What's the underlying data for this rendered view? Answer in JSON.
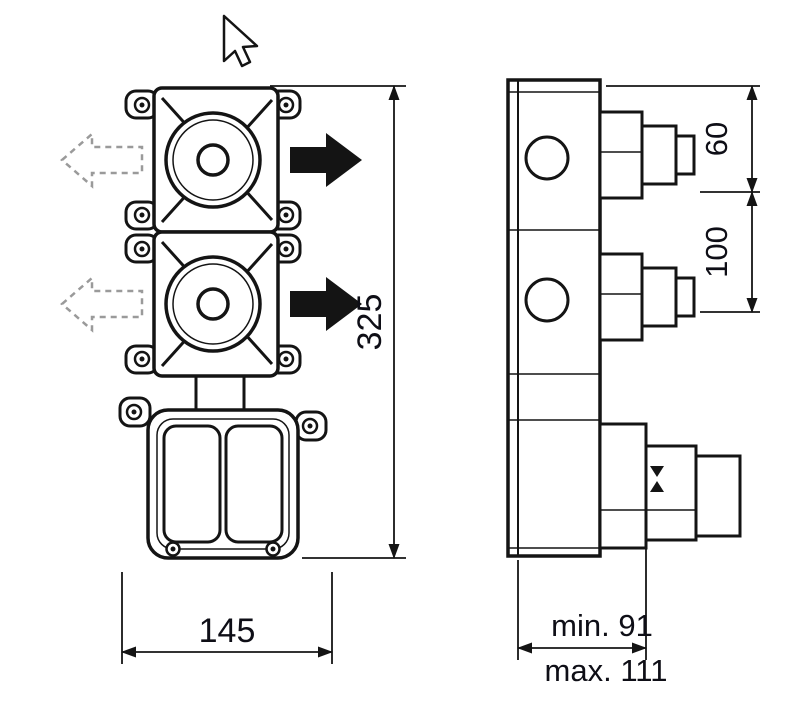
{
  "diagram": {
    "front_view": {
      "height_label": "325",
      "width_label": "145"
    },
    "side_view": {
      "port_offset_label": "60",
      "port_spacing_label": "100",
      "depth_min_label": "min. 91",
      "depth_max_label": "max. 111"
    }
  }
}
